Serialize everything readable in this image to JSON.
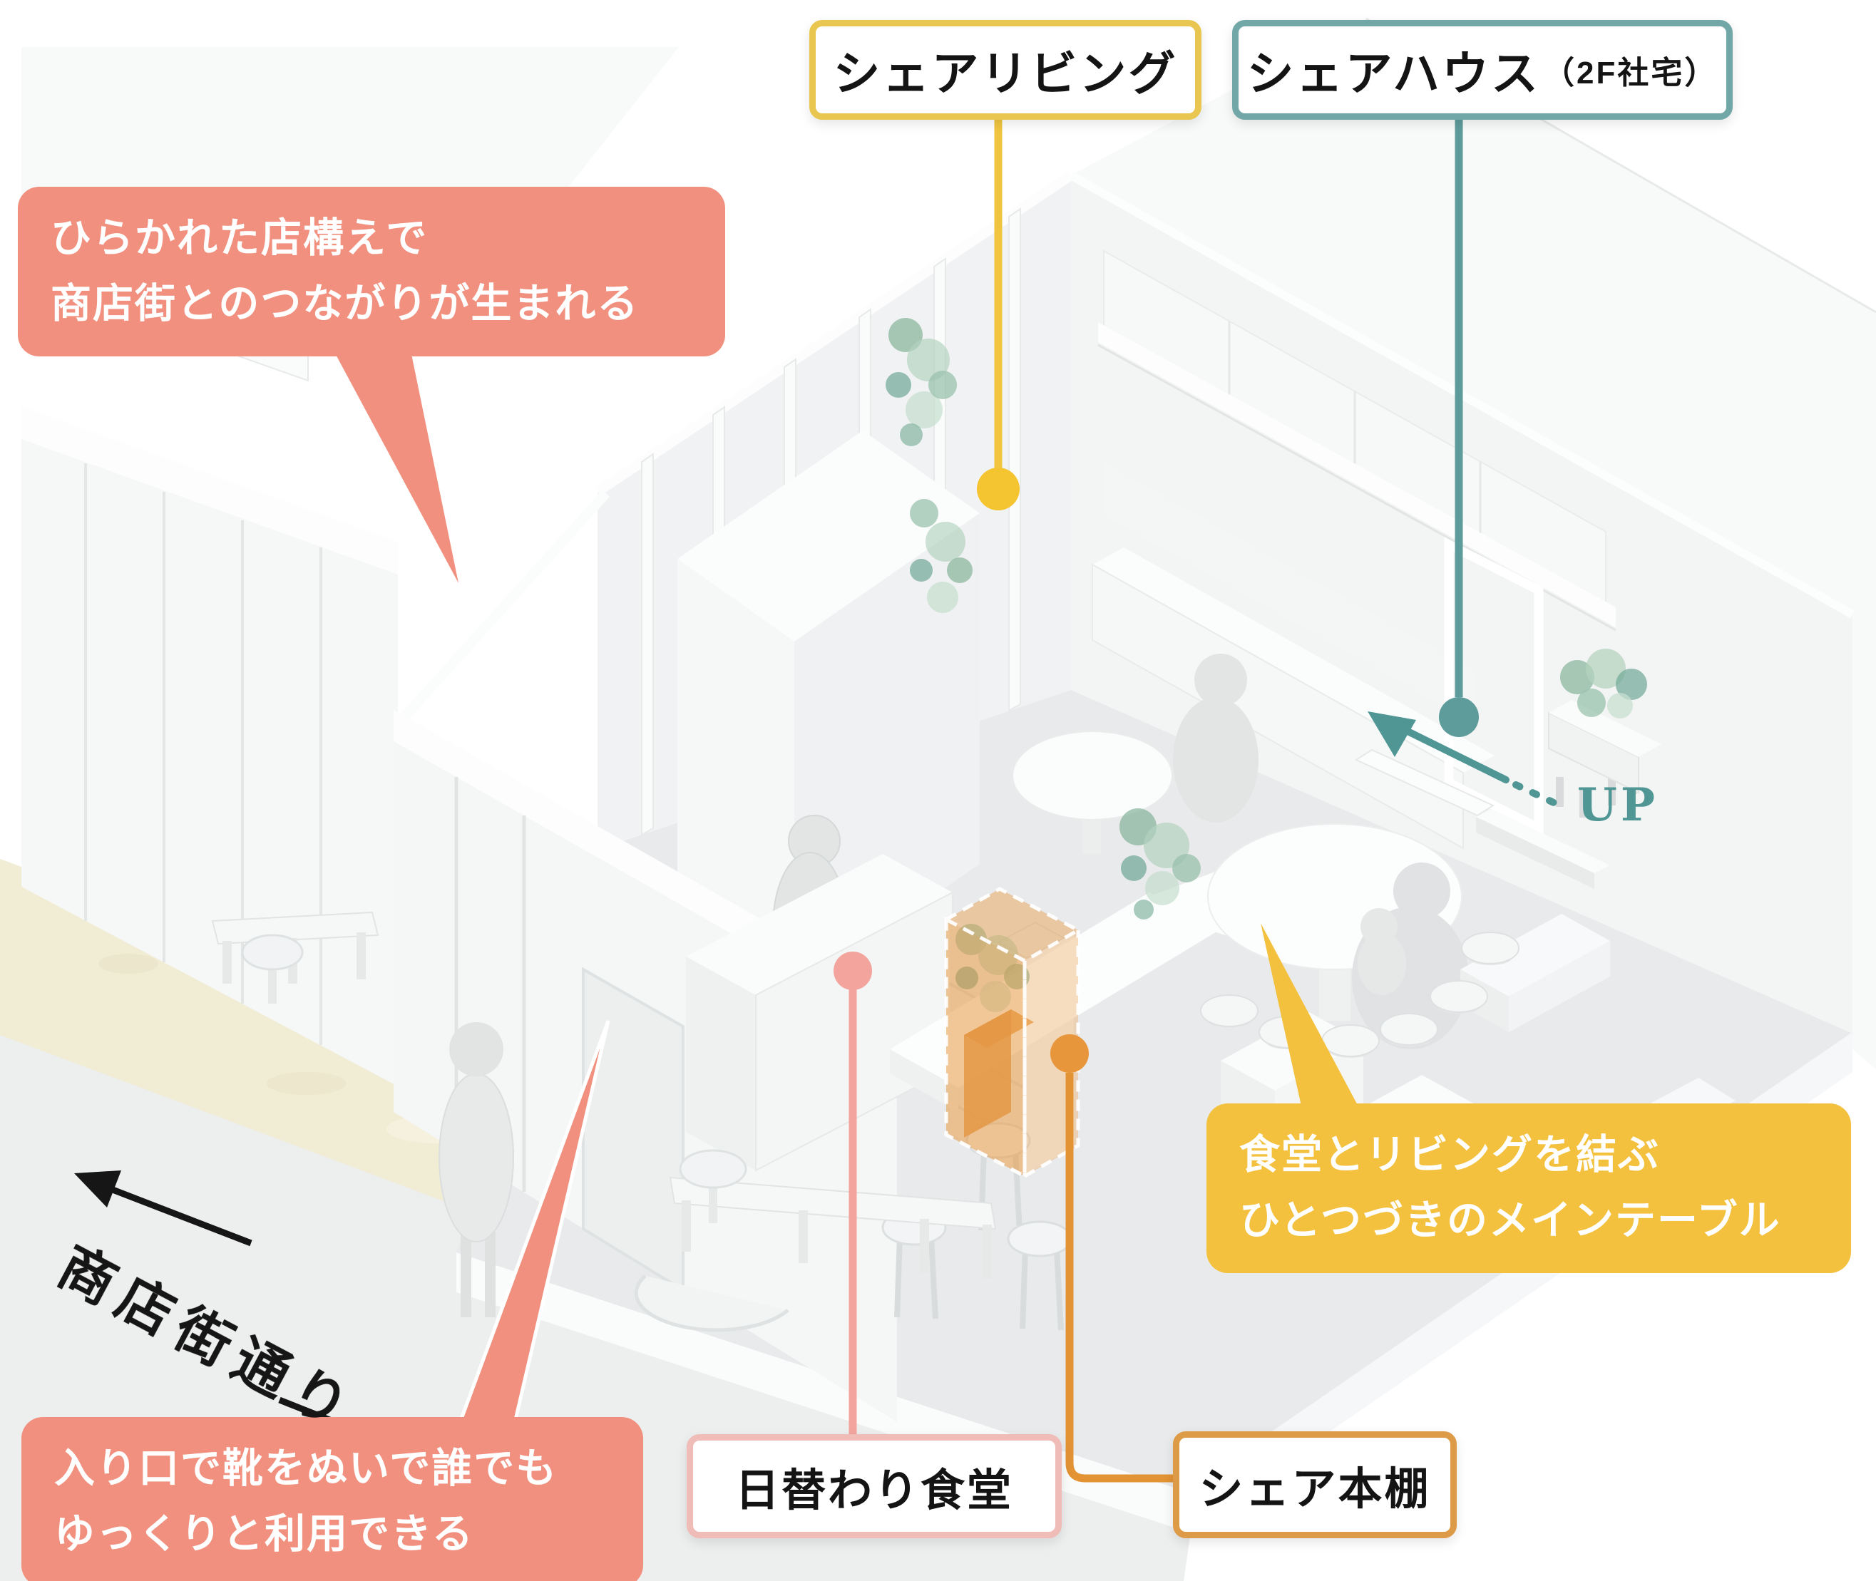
{
  "diagram": {
    "type": "isometric-architecture-cutaway",
    "street_label": "商店街通り",
    "up_label": "UP"
  },
  "boxed_labels": {
    "share_living": {
      "text": "シェアリビング",
      "border_color": "#E9C64F"
    },
    "share_house": {
      "text": "シェアハウス",
      "suffix": "（2F社宅）",
      "border_color": "#72A7A7"
    },
    "daily_diner": {
      "text": "日替わり食堂",
      "border_color": "#F0BCB8"
    },
    "share_bookshelf": {
      "text": "シェア本棚",
      "border_color": "#DE9B47"
    }
  },
  "callouts": {
    "storefront": {
      "line1": "ひらかれた店構えで",
      "line2": "商店街とのつながりが生まれる",
      "bg_color": "#F1907E"
    },
    "entrance": {
      "line1": "入り口で靴をぬいで誰でも",
      "line2": "ゆっくりと利用できる",
      "bg_color": "#F1907E"
    },
    "main_table": {
      "line1": "食堂とリビングを結ぶ",
      "line2": "ひとつづきのメインテーブル",
      "bg_color": "#F3C13E"
    }
  },
  "colors": {
    "salmon_callout": "#F1907E",
    "yellow_callout": "#F3C13E",
    "yellow_border": "#E9C64F",
    "yellow_leader": "#F1C43F",
    "teal_arrow": "#4F9694",
    "teal_border": "#72A7A7",
    "pink_border": "#F0BCB8",
    "pink_leader": "#F2A49D",
    "orange_border": "#DE9B47",
    "orange_leader": "#E39334",
    "orange_highlight": "#E8963C",
    "sidewalk_beige": "#F1ECD4",
    "street_gray": "#EDEEEE",
    "plant_green": "#7FB094"
  }
}
